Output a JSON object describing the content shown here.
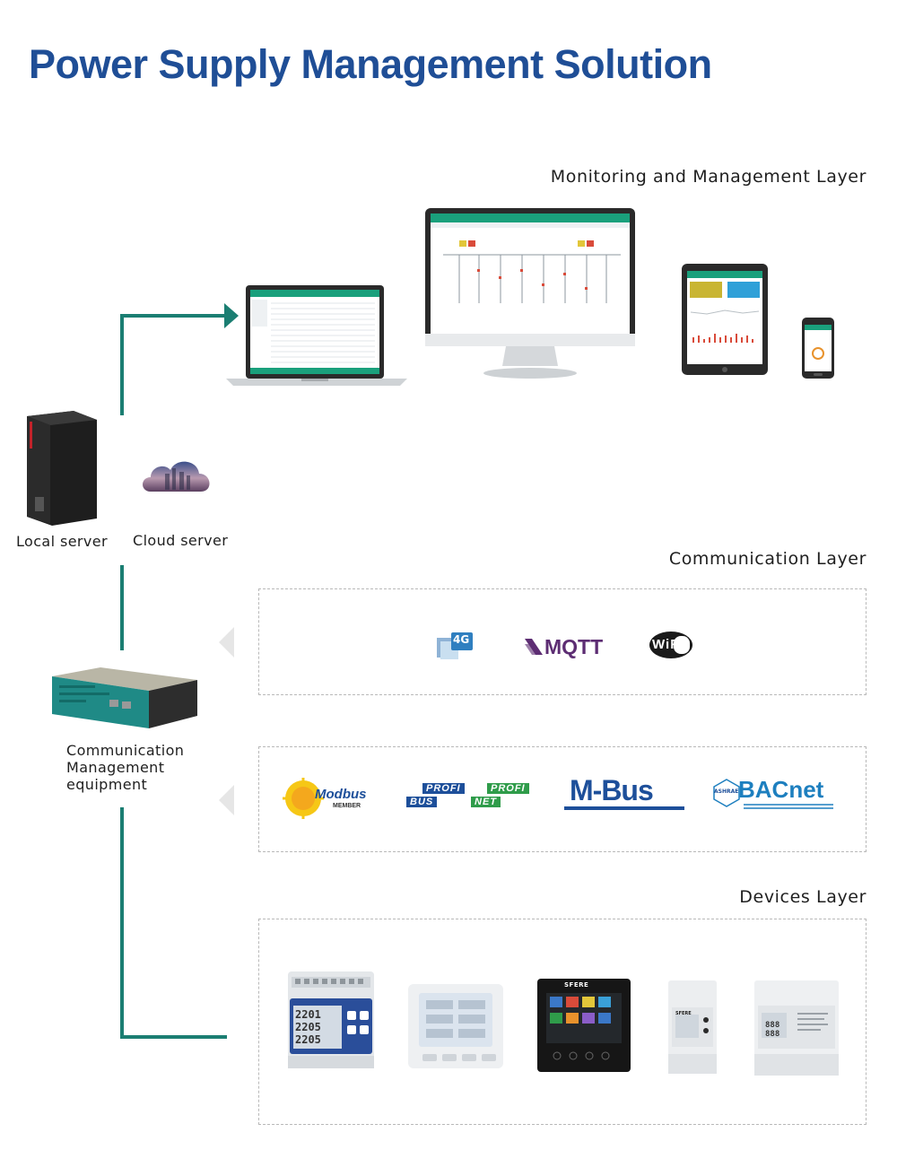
{
  "title": "Power Supply Management Solution",
  "layers": {
    "monitoring": "Monitoring and Management Layer",
    "communication": "Communication Layer",
    "devices": "Devices Layer"
  },
  "servers": {
    "local": "Local server",
    "cloud": "Cloud server"
  },
  "comm_equipment": {
    "line1": "Communication",
    "line2": "Management",
    "line3": "equipment"
  },
  "comm_logos": {
    "cellular": "4G",
    "mqtt": "MQTT",
    "wifi": "WiFi"
  },
  "protocol_logos": {
    "modbus": "Modbus",
    "modbus_sub": "MEMBER",
    "profi": "PROFI",
    "bus": "BUS",
    "net": "NET",
    "mbus": "M-Bus",
    "ashrae": "ASHRAE",
    "bacnet": "BACnet"
  },
  "device_labels": {
    "brand": "SFERE",
    "meter1_lines": [
      "2201",
      "2205",
      "2205"
    ],
    "meter6_lines": [
      "888",
      "888"
    ]
  },
  "colors": {
    "title": "#1f4e96",
    "connector": "#1b7e72",
    "screen_accent": "#1aa07c",
    "mqtt": "#5d2d73",
    "mbus": "#1d4f9a",
    "bacnet": "#1d7fbf"
  }
}
